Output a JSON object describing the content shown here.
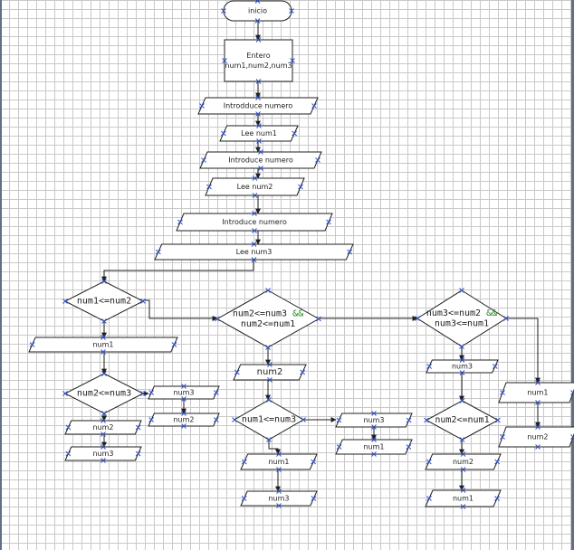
{
  "flowchart": {
    "nodes": [
      {
        "id": "inicio",
        "kind": "terminal",
        "lines": [
          "inicio"
        ]
      },
      {
        "id": "entero",
        "kind": "process",
        "lines": [
          "Entero",
          "num1,num2,num3"
        ]
      },
      {
        "id": "intro1",
        "kind": "io",
        "lines": [
          "Introdduce numero"
        ]
      },
      {
        "id": "lee1",
        "kind": "io",
        "lines": [
          "Lee num1"
        ]
      },
      {
        "id": "intro2",
        "kind": "io",
        "lines": [
          "Introduce numero"
        ]
      },
      {
        "id": "lee2",
        "kind": "io",
        "lines": [
          "Lee num2"
        ]
      },
      {
        "id": "intro3",
        "kind": "io",
        "lines": [
          "Introduce numero"
        ]
      },
      {
        "id": "lee3",
        "kind": "io",
        "lines": [
          "Lee num3"
        ]
      },
      {
        "id": "d1",
        "kind": "decision",
        "code": true,
        "lines": [
          "num1<=num2"
        ]
      },
      {
        "id": "a_num1",
        "kind": "io",
        "lines": [
          "num1"
        ]
      },
      {
        "id": "d1b",
        "kind": "decision",
        "code": true,
        "lines": [
          "num2<=num3"
        ]
      },
      {
        "id": "a_num3",
        "kind": "io",
        "lines": [
          "num3"
        ]
      },
      {
        "id": "a_num2b",
        "kind": "io",
        "lines": [
          "num2"
        ]
      },
      {
        "id": "a_num2",
        "kind": "io",
        "lines": [
          "num2"
        ]
      },
      {
        "id": "a_num3b",
        "kind": "io",
        "lines": [
          "num3"
        ]
      },
      {
        "id": "d2",
        "kind": "decision",
        "code": true,
        "lines": [
          "num2<=num3 &&",
          "num2<=num1"
        ]
      },
      {
        "id": "b_num2",
        "kind": "io",
        "large": true,
        "lines": [
          "num2"
        ]
      },
      {
        "id": "d2b",
        "kind": "decision",
        "code": true,
        "lines": [
          "num1<=num3"
        ]
      },
      {
        "id": "b_num3",
        "kind": "io",
        "lines": [
          "num3"
        ]
      },
      {
        "id": "b_num1b",
        "kind": "io",
        "lines": [
          "num1"
        ]
      },
      {
        "id": "b_num1",
        "kind": "io",
        "lines": [
          "num1"
        ]
      },
      {
        "id": "b_num3b",
        "kind": "io",
        "lines": [
          "num3"
        ]
      },
      {
        "id": "d3",
        "kind": "decision",
        "code": true,
        "lines": [
          "num3<=num2 &&",
          "num3<=num1"
        ]
      },
      {
        "id": "c_num3",
        "kind": "io",
        "lines": [
          "num3"
        ]
      },
      {
        "id": "d3b",
        "kind": "decision",
        "code": true,
        "lines": [
          "num2<=num1"
        ]
      },
      {
        "id": "c_num2",
        "kind": "io",
        "lines": [
          "num2"
        ]
      },
      {
        "id": "c_num1",
        "kind": "io",
        "lines": [
          "num1"
        ]
      },
      {
        "id": "c_num1r",
        "kind": "io",
        "lines": [
          "num1"
        ]
      },
      {
        "id": "c_num2r",
        "kind": "io",
        "lines": [
          "num2"
        ]
      }
    ]
  }
}
